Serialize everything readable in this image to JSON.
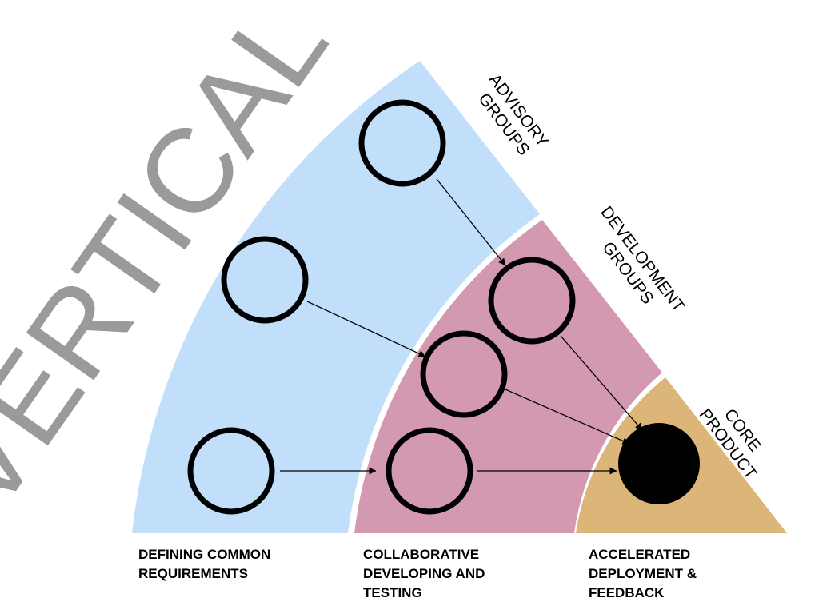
{
  "watermark": "VERTICAL",
  "colors": {
    "outer_ring": "#c1dffa",
    "middle_ring": "#d399b1",
    "core": "#dcb579",
    "node_stroke": "#000000",
    "core_node": "#000000",
    "watermark": "#9a9a9a"
  },
  "rings": {
    "advisory": {
      "label_lines": [
        "ADVISORY",
        "GROUPS"
      ]
    },
    "development": {
      "label_lines": [
        "DEVELOPMENT",
        "GROUPS"
      ]
    },
    "core": {
      "label_lines": [
        "CORE",
        "PRODUCT"
      ]
    }
  },
  "captions": [
    {
      "lines": [
        "DEFINING COMMON",
        "REQUIREMENTS"
      ]
    },
    {
      "lines": [
        "COLLABORATIVE",
        "DEVELOPING AND",
        "TESTING"
      ]
    },
    {
      "lines": [
        "ACCELERATED",
        "DEPLOYMENT &",
        "FEEDBACK"
      ]
    }
  ]
}
